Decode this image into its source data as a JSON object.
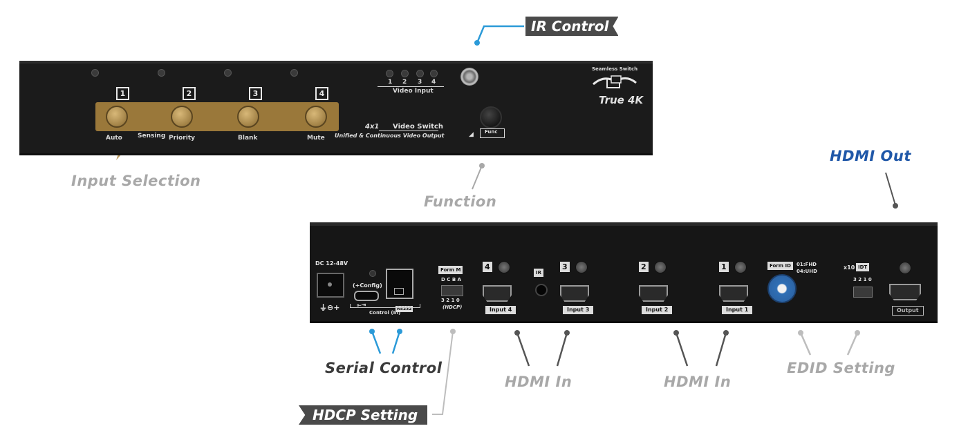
{
  "callouts": {
    "ir_control": "IR Control",
    "input_selection": "Input Selection",
    "function": "Function",
    "hdmi_out": "HDMI Out",
    "serial_control": "Serial Control",
    "hdmi_in_a": "HDMI In",
    "hdmi_in_b": "HDMI In",
    "edid_setting": "EDID Setting",
    "hdcp_setting": "HDCP Setting"
  },
  "front_panel": {
    "buttons": [
      {
        "number": "1",
        "label": "Auto"
      },
      {
        "number": "2",
        "label": "Priority"
      },
      {
        "number": "3",
        "label": "Blank"
      },
      {
        "number": "4",
        "label": "Mute"
      }
    ],
    "sensing_label": "Sensing",
    "video_input_leds": [
      "1",
      "2",
      "3",
      "4"
    ],
    "video_input_label": "Video Input",
    "model_prefix": "4x1",
    "model_name": "Video Switch",
    "tagline": "Unified & Continuous Video Output",
    "func_label": "Func",
    "brand_top": "Seamless Switch",
    "brand_main": "True 4K"
  },
  "rear_panel": {
    "dc_label": "DC 12-48V",
    "config_label": "(+Config)",
    "control_label": "Control (In)",
    "rs_label": "RS232",
    "form_m_label": "Form M",
    "dip_letters": "D C B A",
    "dip_numbers": "3 2 1 0",
    "hdcp_label": "(HDCP)",
    "ir_label": "IR",
    "inputs": [
      {
        "number": "4",
        "label": "Input 4"
      },
      {
        "number": "3",
        "label": "Input 3"
      },
      {
        "number": "2",
        "label": "Input 2"
      },
      {
        "number": "1",
        "label": "Input 1"
      }
    ],
    "form_id_label": "Form ID",
    "fhd_label": "01:FHD",
    "uhd_label": "04:UHD",
    "x10_label": "x10",
    "idt_label": "IDT",
    "edid_dip_numbers": "3 2 1 0",
    "output_label": "Output"
  },
  "colors": {
    "blue_leader": "#2b9ad8",
    "gray_leader": "#a8a8a8",
    "dark_leader": "#555555",
    "highlight": "#b08840"
  }
}
